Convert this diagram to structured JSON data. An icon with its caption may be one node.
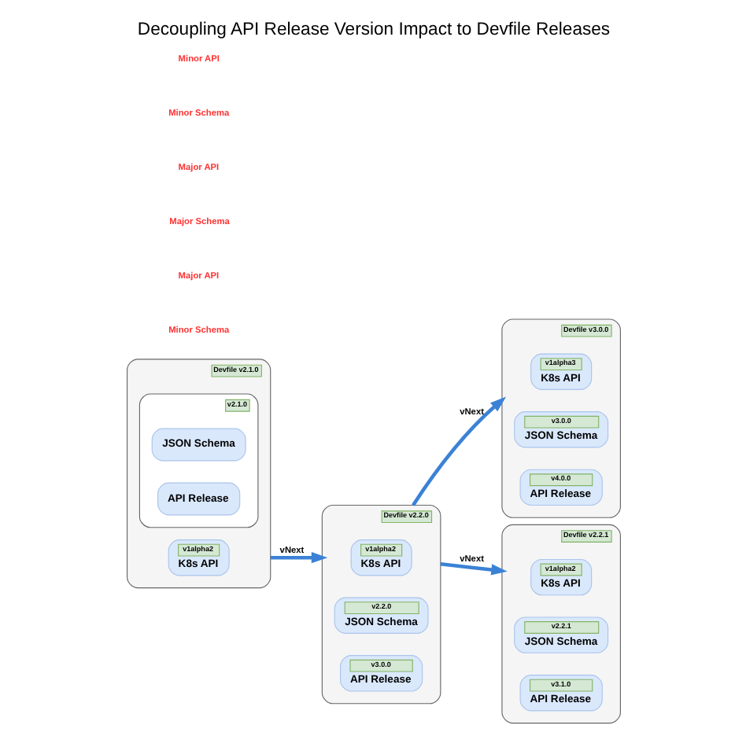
{
  "diagram": {
    "title": "Decoupling API Release Version Impact to Devfile Releases",
    "nodes": [
      {
        "text": [
          "Devfile v2.1.0"
        ]
      },
      {
        "text": [
          "v1alpha2",
          "K8s API"
        ],
        "in": 0
      },
      {
        "text": [
          "v2.1.0"
        ],
        "in": 0
      },
      {
        "text": [
          "JSON Schema"
        ],
        "in": 2
      },
      {
        "text": [
          "API Release"
        ],
        "in": 2
      },
      {
        "text": [
          "Devfile v2.2.0"
        ]
      },
      {
        "text": [
          "v1alpha2",
          "K8s API"
        ],
        "in": 5
      },
      {
        "text": [
          "v2.2.0",
          "JSON Schema"
        ],
        "in": 5
      },
      {
        "text": [
          "v3.0.0",
          "API Release"
        ],
        "in": 5
      },
      {
        "text": [
          "Devfile v3.0.0"
        ]
      },
      {
        "text": [
          "v1alpha3",
          "K8s API"
        ],
        "in": 9
      },
      {
        "text": [
          "v3.0.0",
          "JSON Schema"
        ],
        "in": 9
      },
      {
        "text": [
          "v4.0.0",
          "API Release"
        ],
        "in": 9
      },
      {
        "text": [
          "Devfile v2.2.1"
        ]
      },
      {
        "text": [
          "v1alpha2",
          "K8s API"
        ],
        "in": 13
      },
      {
        "text": [
          "v2.2.1",
          "JSON Schema"
        ],
        "in": 13
      },
      {
        "text": [
          "v3.1.0",
          "API Release"
        ],
        "in": 13
      }
    ],
    "edges": [
      {
        "from": 0,
        "to": 5,
        "arrow": "to",
        "label": "vNext"
      },
      {
        "from": 5,
        "to": 9,
        "arrow": "to",
        "label": "vNext"
      },
      {
        "from": 5,
        "to": 13,
        "arrow": "to",
        "label": "vNext"
      }
    ],
    "labels": [
      "Minor Schema",
      "Major API",
      "Major Schema",
      "Major API",
      "Minor Schema",
      "Minor API"
    ]
  }
}
